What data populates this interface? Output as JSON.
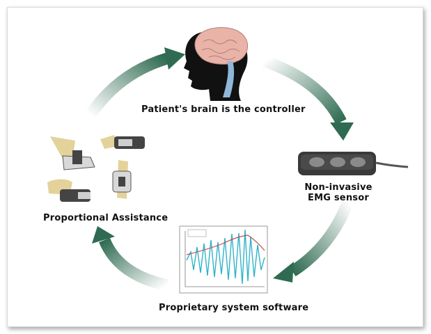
{
  "labels": {
    "brain": "Patient's brain is the controller",
    "sensor_line1": "Non-invasive",
    "sensor_line2": "EMG sensor",
    "software": "Proprietary system software",
    "assistance": "Proportional Assistance"
  },
  "colors": {
    "arrow": "#2f6b52",
    "brain": "#e9b3a8",
    "spine": "#8fb8d8",
    "head": "#111111",
    "signal": "#2fb3c8",
    "sensor": "#3a3a3a",
    "brace": "#e3d29a"
  },
  "icons": [
    "head-brain-icon",
    "emg-sensor-icon",
    "emg-plot-icon",
    "orthosis-brace-icons"
  ]
}
